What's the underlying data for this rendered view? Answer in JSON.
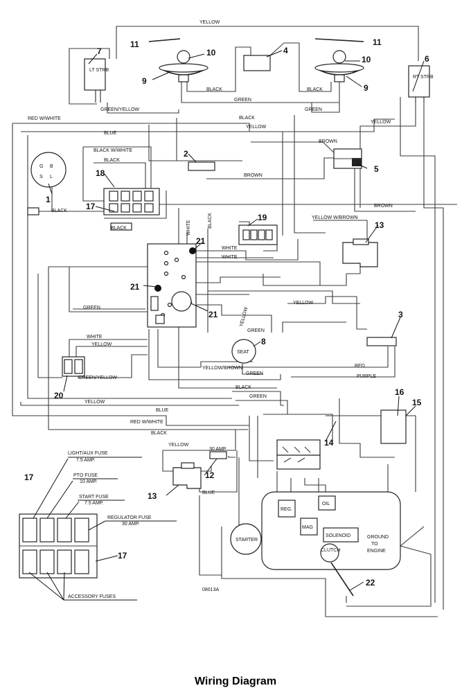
{
  "caption": "Wiring Diagram",
  "figure_code": "08013A",
  "callouts": [
    "1",
    "2",
    "3",
    "4",
    "5",
    "6",
    "7",
    "8",
    "9",
    "9",
    "10",
    "10",
    "11",
    "11",
    "12",
    "13",
    "13",
    "14",
    "15",
    "16",
    "17",
    "17",
    "17",
    "18",
    "19",
    "20",
    "21",
    "21",
    "21",
    "22"
  ],
  "wire_labels": [
    "YELLOW",
    "GREEN/YELLOW",
    "BLACK",
    "BLACK",
    "GREEN",
    "GREEN",
    "RED W/WHITE",
    "BLACK",
    "YELLOW",
    "BLUE",
    "BROWN",
    "YELLOW",
    "BLACK W/WHITE",
    "BLACK",
    "BROWN",
    "BLACK",
    "BROWN",
    "BLACK",
    "YELLOW W/BROWN",
    "WHITE",
    "WHITE",
    "WHITE",
    "BLACK",
    "GREEN",
    "YELLOW",
    "YELLOW",
    "GREEN",
    "WHITE",
    "YELLOW",
    "YELLOW/BROWN",
    "GREEN",
    "GREEN/YELLOW",
    "RED",
    "PURPLE",
    "BLACK",
    "GREEN",
    "YELLOW",
    "BLUE",
    "RED W/WHITE",
    "BLACK",
    "YELLOW",
    "BLUE"
  ],
  "component_labels": {
    "seat": "SEAT",
    "starter": "STARTER",
    "reg": "REG.",
    "oil": "OIL",
    "mag": "MAG",
    "solenoid": "SOLENOID",
    "clutch": "CLUTCH",
    "ground": "GROUND TO ENGINE",
    "lt_strb": "LT STRB",
    "rt_strb": "RT STRB",
    "amp30": "30 AMP"
  },
  "fuse_legend": {
    "light_aux": "LIGHT/AUX FUSE",
    "light_aux_amp": "7.5 AMP.",
    "pto": "PTO FUSE",
    "pto_amp": "10 AMP.",
    "start": "START FUSE",
    "start_amp": "7.5 AMP.",
    "regulator": "REGULATOR FUSE",
    "regulator_amp": "30 AMP.",
    "accessory": "ACCESSORY FUSES"
  }
}
